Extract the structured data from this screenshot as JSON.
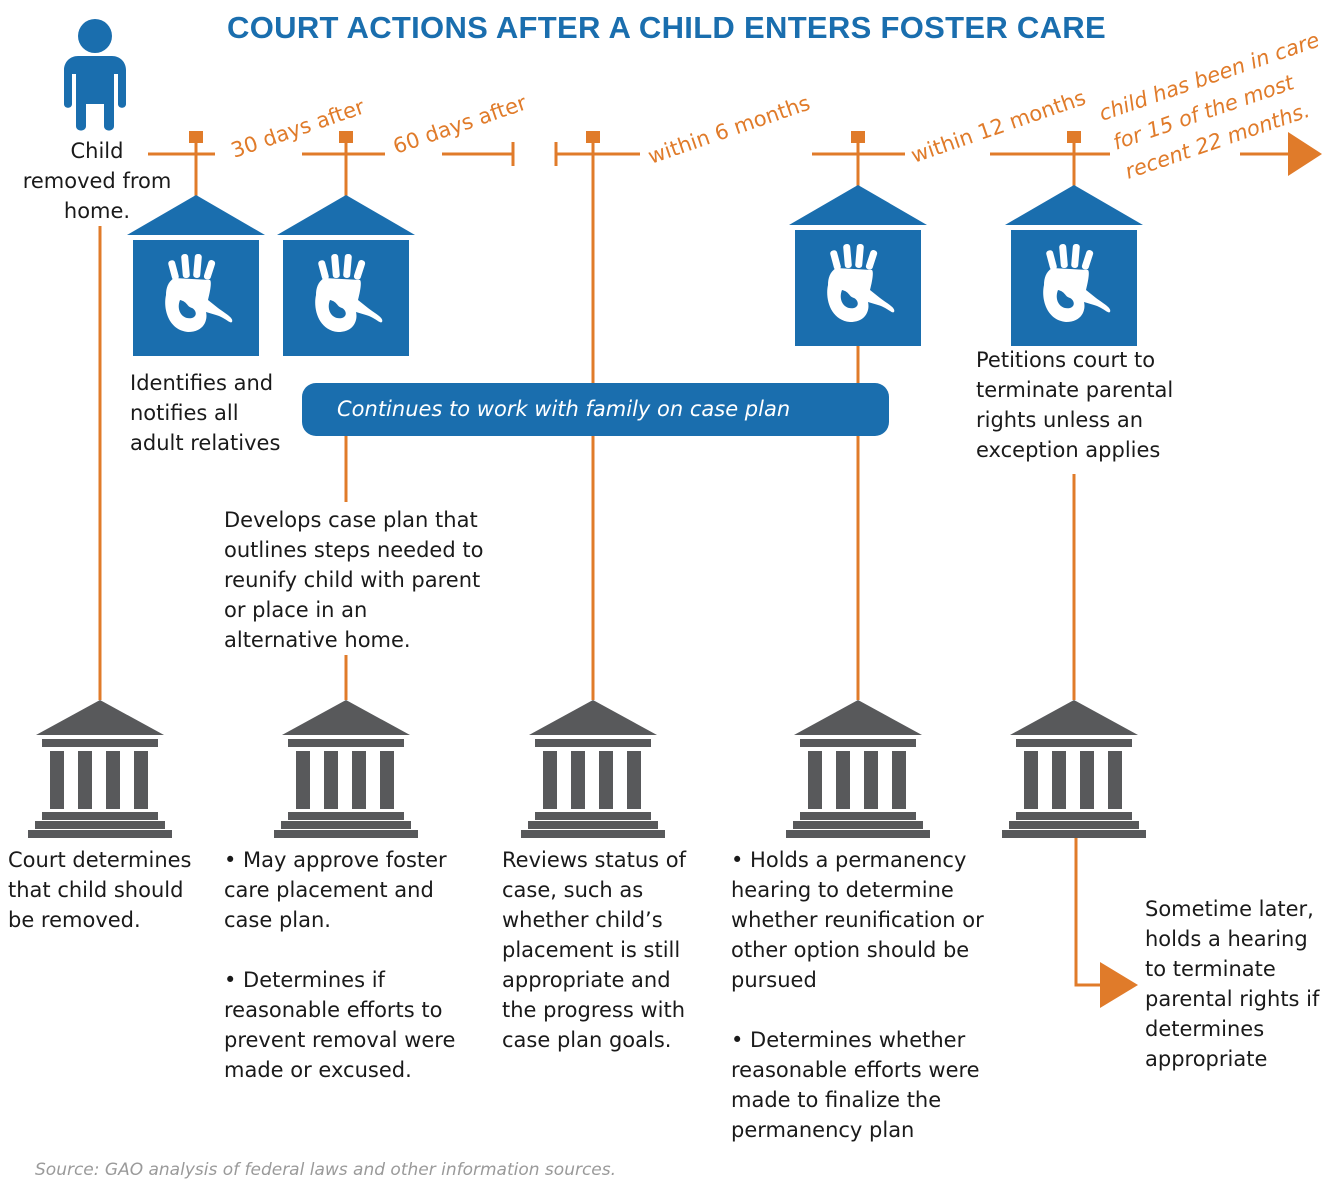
{
  "title": "COURT ACTIONS AFTER A CHILD ENTERS FOSTER CARE",
  "start_label": "Child removed from home.",
  "time_labels": {
    "d30": "30 days after",
    "d60": "60 days after",
    "m6": "within 6 months",
    "m12": "within 12 months",
    "m15": [
      "child has been in care",
      "for 15 of the most",
      "recent 22 months."
    ]
  },
  "agency_actions": {
    "relatives": "Identifies and notifies all adult relatives",
    "case_plan": "Develops case plan that outlines steps needed to reunify child with parent or place in an alternative home.",
    "continue_work": "Continues to work with family on case plan",
    "petition": "Petitions court to terminate parental rights unless an exception applies"
  },
  "court_actions": {
    "removal": "Court determines that child should be removed.",
    "approve": "• May approve foster care placement and case plan.",
    "reasonable_efforts": "• Determines if reasonable efforts to prevent removal were made or excused.",
    "review": "Reviews status of case, such as whether child’s placement is still appropriate and the progress with case plan goals.",
    "permanency_hearing": "• Holds a permanency hearing to determine whether reunification or other option should be pursued",
    "permanency_efforts": "• Determines whether reasonable efforts were made to finalize the permanency plan",
    "termination_hearing": "Sometime later, holds a hearing to terminate parental rights if determines appropriate"
  },
  "source": "Source: GAO analysis of federal laws and other information sources.",
  "colors": {
    "orange": "#e07b2a",
    "blue": "#1a6eae",
    "gray": "#58595b"
  },
  "icons": [
    "person-icon",
    "agency-house-icon",
    "courthouse-icon"
  ]
}
